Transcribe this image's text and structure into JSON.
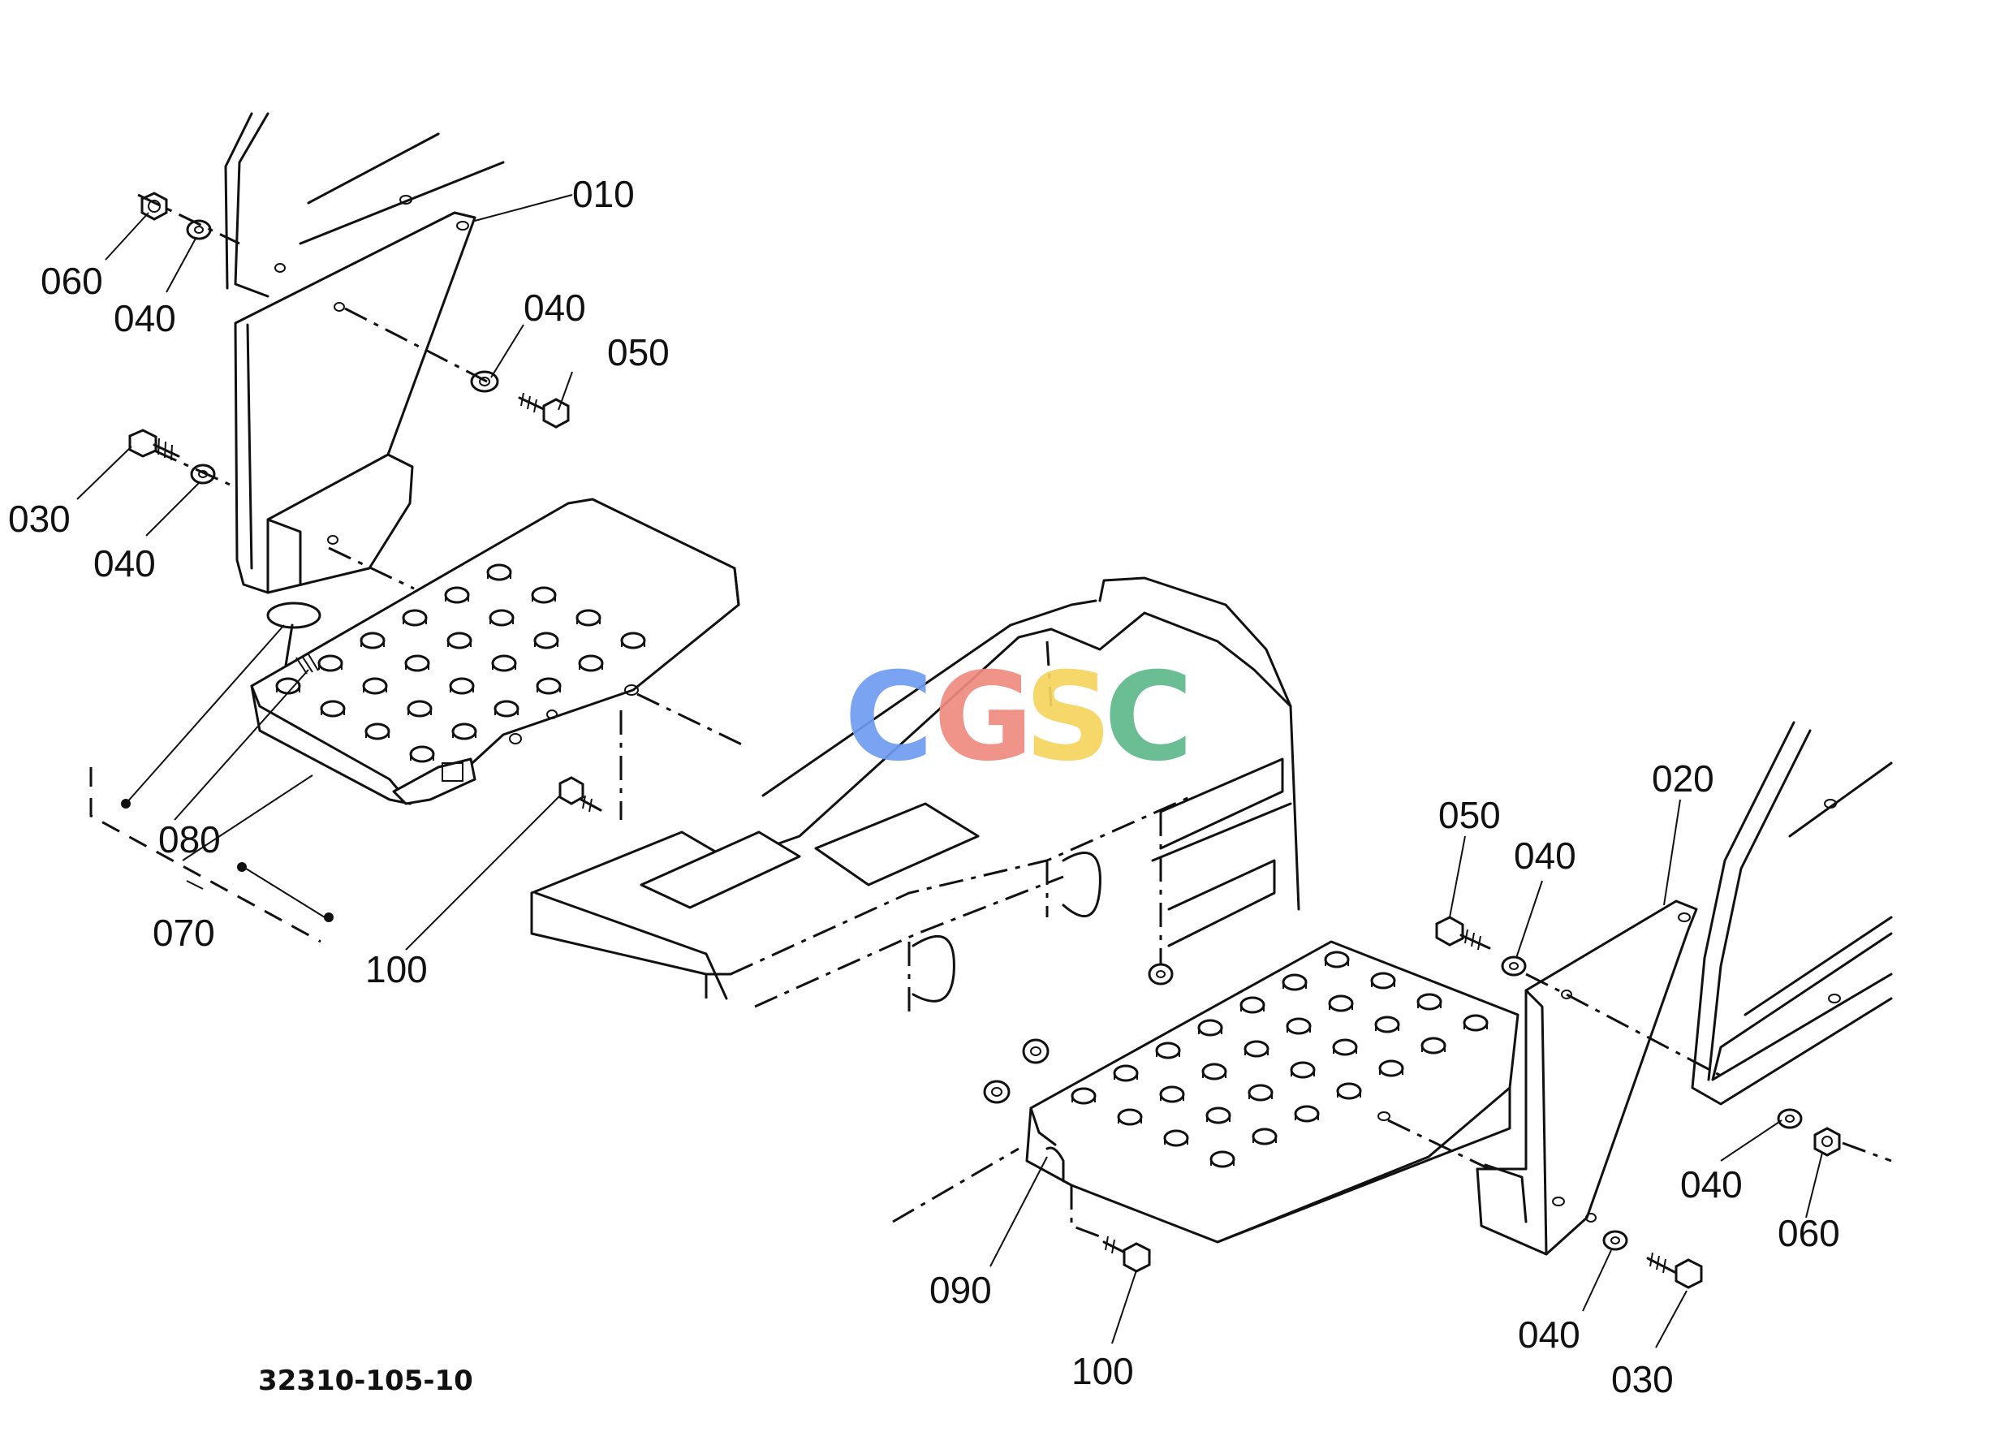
{
  "diagram": {
    "drawing_code": "32310-105-10",
    "watermark": {
      "letters": [
        {
          "char": "C",
          "color": "#6f9cf0"
        },
        {
          "char": "G",
          "color": "#ef8a80"
        },
        {
          "char": "S",
          "color": "#f5d45e"
        },
        {
          "char": "C",
          "color": "#5fb98a"
        }
      ]
    },
    "callouts": [
      "010",
      "060",
      "040",
      "040",
      "050",
      "030",
      "040",
      "080",
      "070",
      "100",
      "050",
      "040",
      "020",
      "040",
      "060",
      "090",
      "100",
      "040",
      "030"
    ]
  }
}
